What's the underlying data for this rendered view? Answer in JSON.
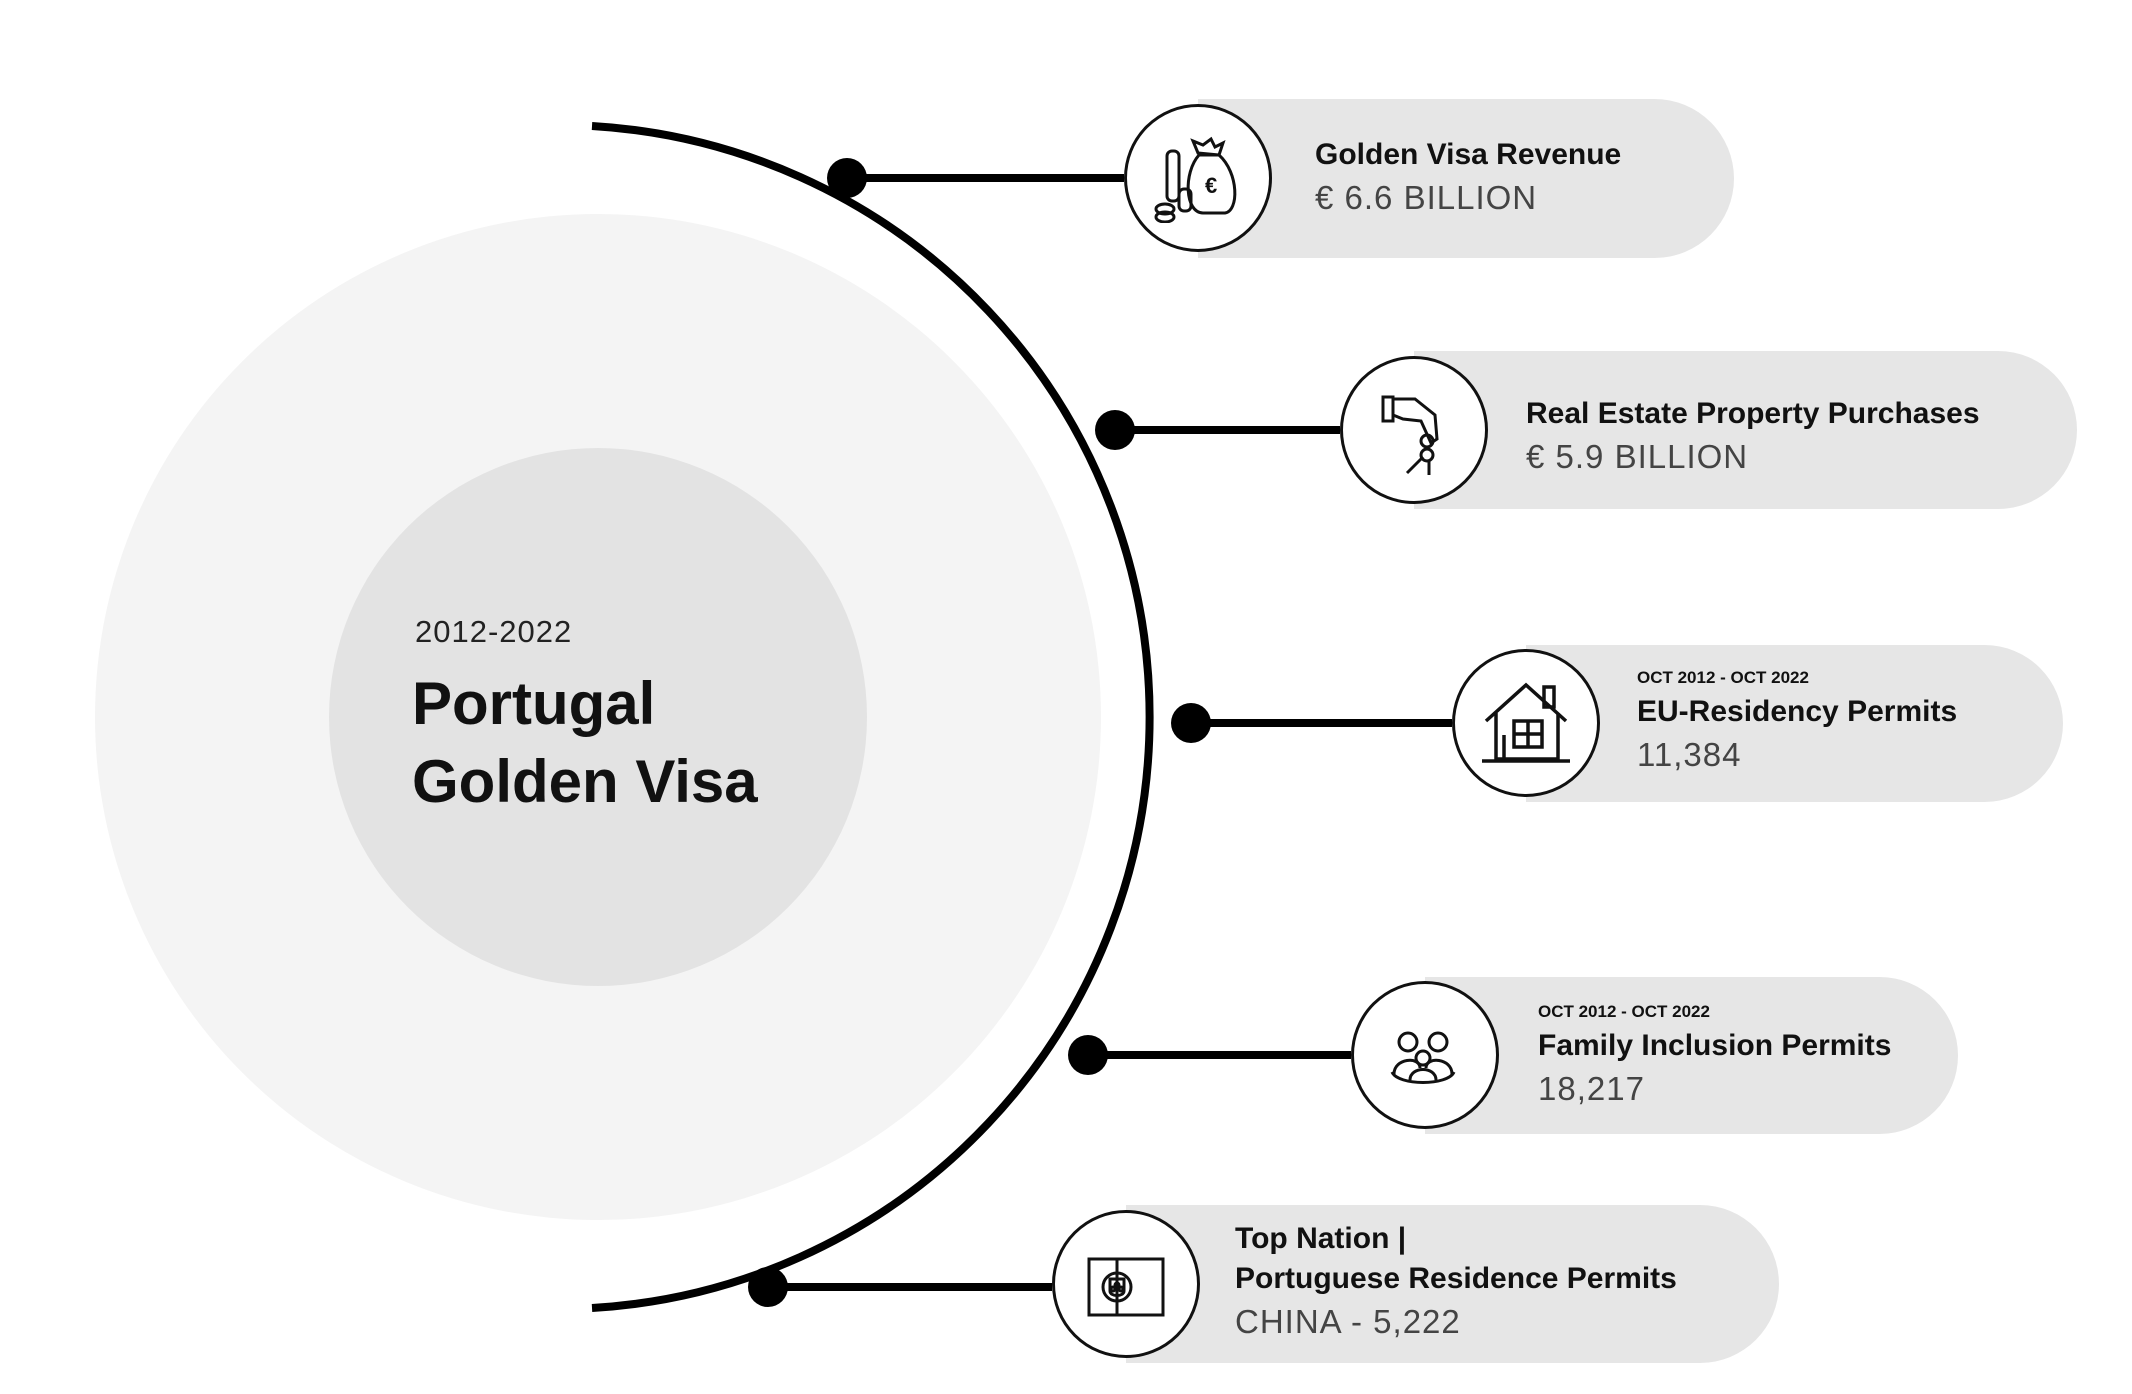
{
  "center": {
    "period": "2012-2022",
    "title_line1": "Portugal",
    "title_line2": "Golden Visa"
  },
  "items": [
    {
      "icon": "money-bag-euro-icon",
      "label": "Golden Visa Revenue",
      "value": "€ 6.6 BILLION"
    },
    {
      "icon": "hand-keys-icon",
      "label": "Real Estate Property Purchases",
      "value": "€ 5.9 BILLION"
    },
    {
      "icon": "house-icon",
      "date": "OCT 2012 - OCT 2022",
      "label": "EU-Residency Permits",
      "value": "11,384"
    },
    {
      "icon": "family-icon",
      "date": "OCT 2012 - OCT 2022",
      "label": "Family Inclusion Permits",
      "value": "18,217"
    },
    {
      "icon": "portugal-flag-icon",
      "label_line1": "Top Nation |",
      "label_line2": "Portuguese Residence Permits",
      "value": "CHINA - 5,222"
    }
  ]
}
